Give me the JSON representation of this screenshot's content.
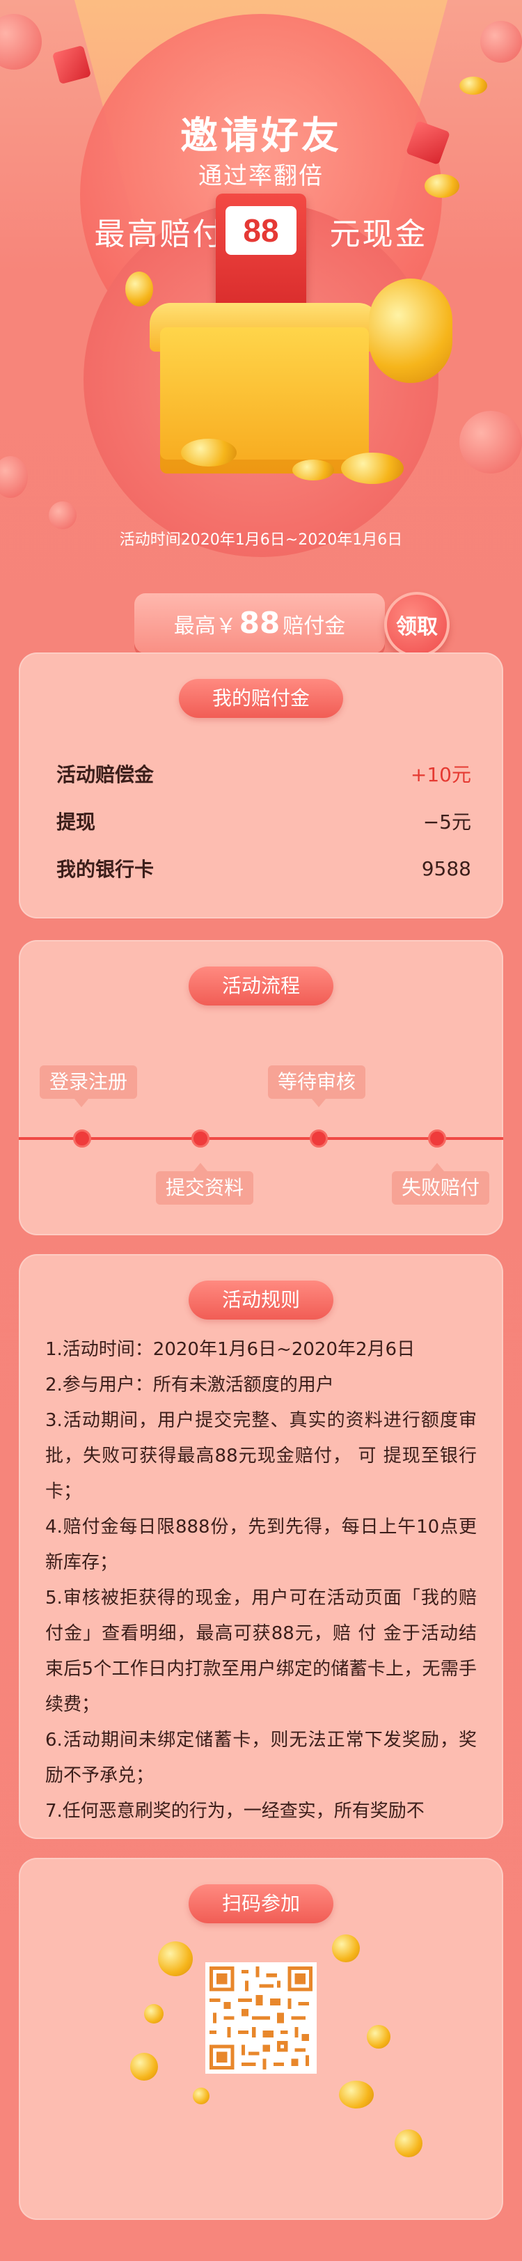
{
  "hero": {
    "title": "邀请好友",
    "subtitle": "通过率翻倍",
    "reward_prefix": "最高赔付",
    "reward_amount": "88",
    "reward_suffix": "元现金",
    "date_range": "活动时间2020年1月6日~2020年1月6日"
  },
  "claim": {
    "prefix": "最高￥",
    "amount": "88",
    "suffix": "赔付金",
    "button": "领取"
  },
  "wallet": {
    "title": "我的赔付金",
    "rows": [
      {
        "label": "活动赔偿金",
        "value": "+10元",
        "color": "#e53a32"
      },
      {
        "label": "提现",
        "value": "−5元",
        "color": "#3b1e1a"
      },
      {
        "label": "我的银行卡",
        "value": "9588",
        "color": "#3b1e1a"
      }
    ]
  },
  "flow": {
    "title": "活动流程",
    "steps_top": [
      "登录注册",
      "等待审核"
    ],
    "steps_bottom": [
      "提交资料",
      "失败赔付"
    ]
  },
  "rules": {
    "title": "活动规则",
    "items": [
      "1.活动时间：2020年1月6日~2020年2月6日",
      "2.参与用户：所有未激活额度的用户",
      "3.活动期间，用户提交完整、真实的资料进行额度审批，失败可获得最高88元现金赔付， 可 提现至银行卡；",
      "4.赔付金每日限888份，先到先得，每日上午10点更新库存；",
      "5.审核被拒获得的现金，用户可在活动页面「我的赔付金」查看明细，最高可获88元，赔 付 金于活动结束后5个工作日内打款至用户绑定的储蓄卡上，无需手续费；",
      "6.活动期间未绑定储蓄卡，则无法正常下发奖励，奖励不予承兑；",
      "7.任何恶意刷奖的行为，一经查实，所有奖励不"
    ]
  },
  "scan": {
    "title": "扫码参加"
  },
  "colors": {
    "accent": "#f15d55",
    "card": "#fdbdb1",
    "background": "#f7867c"
  }
}
